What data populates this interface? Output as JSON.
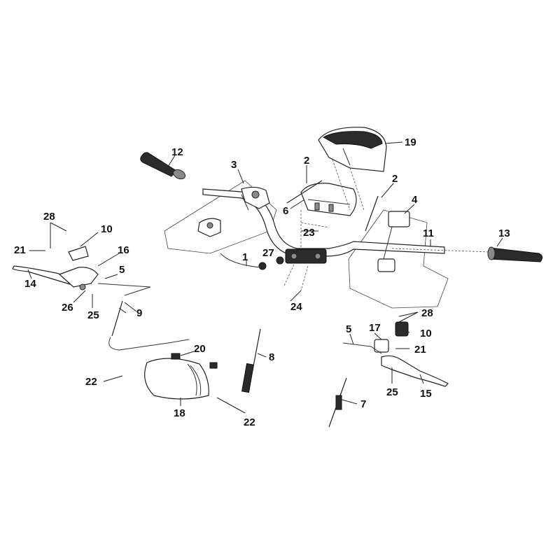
{
  "diagram": {
    "labels": {
      "p1": "1",
      "p2a": "2",
      "p2b": "2",
      "p3": "3",
      "p4": "4",
      "p5a": "5",
      "p5b": "5",
      "p6": "6",
      "p7": "7",
      "p8": "8",
      "p9": "9",
      "p10a": "10",
      "p10b": "10",
      "p11": "11",
      "p12": "12",
      "p13": "13",
      "p14": "14",
      "p15": "15",
      "p16": "16",
      "p17": "17",
      "p18": "18",
      "p19": "19",
      "p20": "20",
      "p21a": "21",
      "p21b": "21",
      "p22a": "22",
      "p22b": "22",
      "p23": "23",
      "p24": "24",
      "p25a": "25",
      "p25b": "25",
      "p26": "26",
      "p27": "27",
      "p28a": "28",
      "p28b": "28"
    }
  }
}
